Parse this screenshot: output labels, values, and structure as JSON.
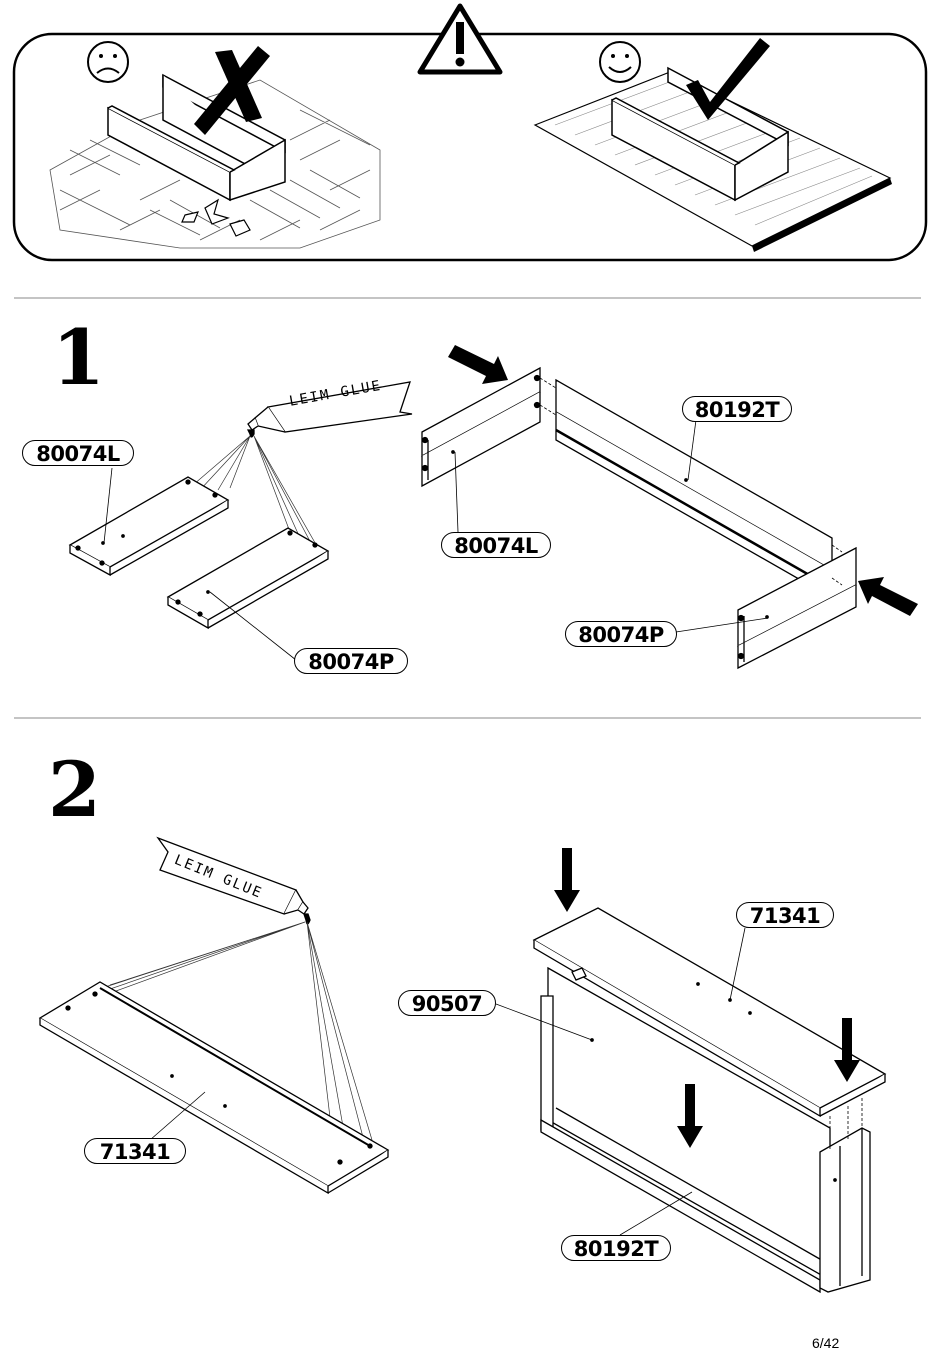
{
  "page_number": "6/42",
  "glue_text": "LEIM GLUE",
  "steps": [
    {
      "number": "1",
      "labels": {
        "a": "80074L",
        "b": "80074P",
        "c": "80192T",
        "d": "80074L",
        "e": "80074P"
      }
    },
    {
      "number": "2",
      "labels": {
        "a": "71341",
        "b": "71341",
        "c": "90507",
        "d": "80192T"
      }
    }
  ],
  "icons": [
    "warning-icon",
    "sad-face-icon",
    "smiley-face-icon",
    "cross-mark-icon",
    "check-mark-icon"
  ]
}
